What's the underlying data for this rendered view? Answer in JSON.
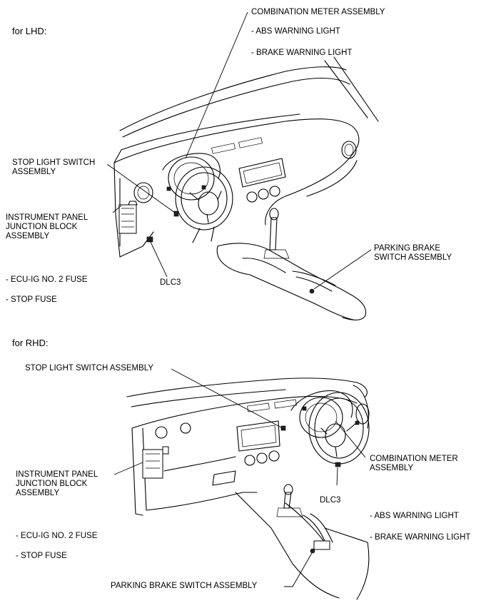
{
  "lhd": {
    "heading": "for LHD:",
    "combination_meter": "COMBINATION METER ASSEMBLY",
    "abs_warning": "- ABS WARNING LIGHT",
    "brake_warning": "- BRAKE WARNING LIGHT",
    "stop_light_switch": [
      "STOP LIGHT SWITCH",
      "ASSEMBLY"
    ],
    "junction_block": [
      "INSTRUMENT PANEL",
      "JUNCTION BLOCK",
      "ASSEMBLY"
    ],
    "ecu_fuse": "- ECU-IG NO. 2 FUSE",
    "stop_fuse": "- STOP FUSE",
    "dlc3": "DLC3",
    "parking_brake": [
      "PARKING BRAKE",
      "SWITCH ASSEMBLY"
    ]
  },
  "rhd": {
    "heading": "for RHD:",
    "stop_light_switch": "STOP LIGHT SWITCH ASSEMBLY",
    "junction_block": [
      "INSTRUMENT PANEL",
      "JUNCTION BLOCK",
      "ASSEMBLY"
    ],
    "ecu_fuse": "- ECU-IG NO. 2 FUSE",
    "stop_fuse": "- STOP FUSE",
    "combination_meter": [
      "COMBINATION METER",
      "ASSEMBLY"
    ],
    "dlc3": "DLC3",
    "abs_warning": "- ABS WARNING LIGHT",
    "brake_warning": "- BRAKE WARNING LIGHT",
    "parking_brake": "PARKING BRAKE SWITCH ASSEMBLY"
  }
}
